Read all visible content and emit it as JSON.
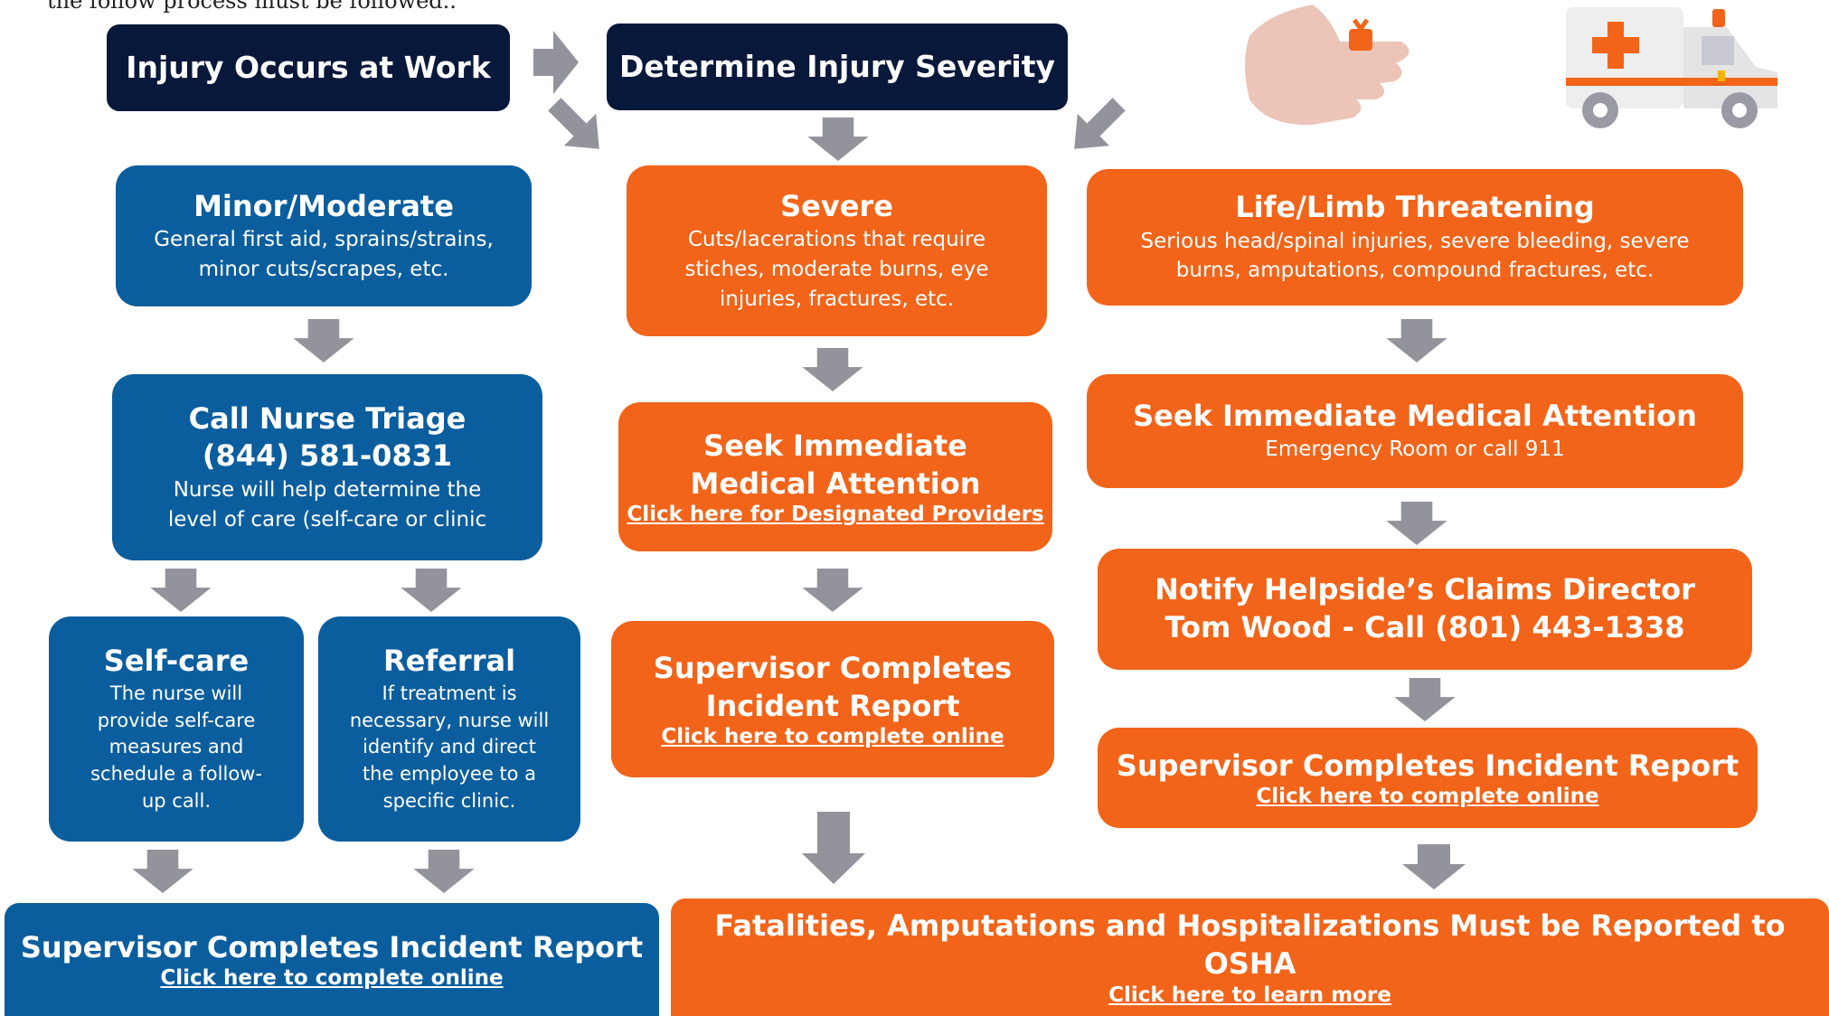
{
  "intro_text": "the follow process must be followed..",
  "colors": {
    "navy": "#08183a",
    "blue": "#0b5e9e",
    "orange": "#f26419",
    "arrow": "#93939c"
  },
  "icons": [
    "bandaged-hand-icon",
    "ambulance-icon",
    "arrow-icon"
  ],
  "start": {
    "title": "Injury Occurs at Work"
  },
  "severity": {
    "title": "Determine Injury Severity"
  },
  "minor": {
    "title": "Minor/Moderate",
    "desc": "General first aid, sprains/strains, minor cuts/scrapes, etc.",
    "nurse": {
      "title": "Call Nurse Triage",
      "phone": "(844) 581-0831",
      "desc": "Nurse will help determine the level of care (self-care or clinic"
    },
    "selfcare": {
      "title": "Self-care",
      "desc": "The nurse will provide self-care measures and schedule a follow-up call."
    },
    "referral": {
      "title": "Referral",
      "desc": "If treatment is necessary, nurse will identify and direct the employee to a specific clinic."
    },
    "report": {
      "title": "Supervisor Completes Incident Report",
      "link": "Click here to complete online"
    }
  },
  "severe": {
    "title": "Severe",
    "desc": "Cuts/lacerations that require stiches, moderate burns, eye injuries, fractures, etc.",
    "seek": {
      "line1": "Seek Immediate",
      "line2": "Medical Attention",
      "link": "Click here for Designated Providers"
    },
    "report": {
      "line1": "Supervisor Completes",
      "line2": "Incident Report",
      "link": "Click here to complete online"
    }
  },
  "life": {
    "title": "Life/Limb Threatening",
    "desc": "Serious head/spinal injuries, severe bleeding, severe burns, amputations, compound fractures, etc.",
    "seek": {
      "title": "Seek Immediate Medical Attention",
      "desc": "Emergency Room or call 911"
    },
    "notify": {
      "line1": "Notify Helpside’s Claims Director",
      "line2": "Tom Wood - Call (801) 443-1338"
    },
    "report": {
      "title": "Supervisor Completes Incident Report",
      "link": "Click here to complete online"
    }
  },
  "osha": {
    "title": "Fatalities, Amputations and Hospitalizations Must be Reported to OSHA",
    "link": "Click here to learn more"
  }
}
